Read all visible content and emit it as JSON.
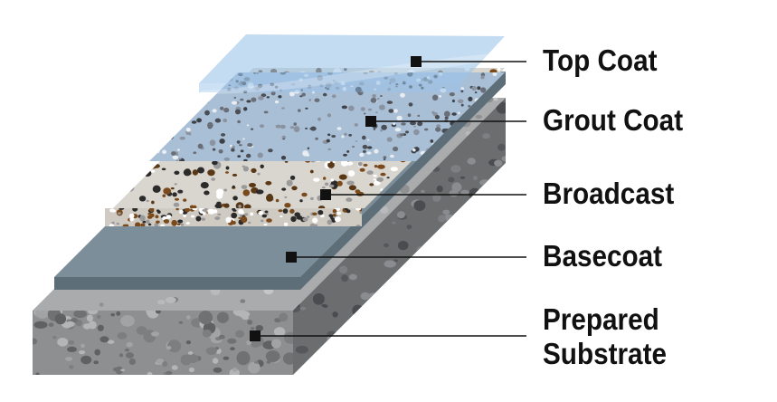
{
  "layers": [
    {
      "key": "top_coat",
      "label": "Top Coat"
    },
    {
      "key": "grout_coat",
      "label": "Grout Coat"
    },
    {
      "key": "broadcast",
      "label": "Broadcast"
    },
    {
      "key": "basecoat",
      "label": "Basecoat"
    },
    {
      "key": "prepared_substrate",
      "label_lines": [
        "Prepared",
        "Substrate"
      ]
    }
  ],
  "colors": {
    "top_coat": "#9cc4ea",
    "grout_top": "#a9bfd6",
    "broadcast_chip_dark": "#2b2b2b",
    "broadcast_chip_brown": "#7a4a1c",
    "broadcast_chip_white": "#ffffff",
    "basecoat_top": "#7c8e99",
    "basecoat_front": "#5e6e78",
    "substrate_top": "#a9abad",
    "substrate_front": "#8d8f91",
    "substrate_side": "#6b6d6f",
    "leader_line": "#111111"
  }
}
